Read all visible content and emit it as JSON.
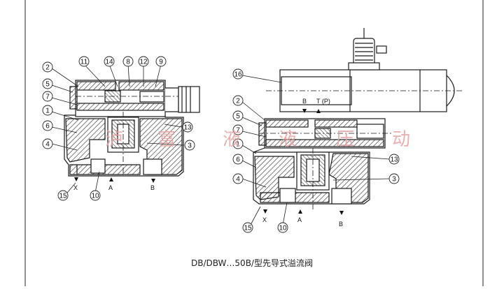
{
  "caption": "DB/DBW…50B/型先导式溢流阀",
  "watermark": {
    "left_chars": [
      "泸",
      "富",
      "液"
    ],
    "right_chars": [
      "液",
      "压",
      "动"
    ],
    "color": "#e7a2a2"
  },
  "left_view": {
    "callouts": [
      "2",
      "11",
      "14",
      "8",
      "12",
      "9",
      "5",
      "7",
      "1",
      "6",
      "4",
      "13",
      "3",
      "15",
      "10"
    ],
    "ports": {
      "x": "X",
      "a": "A",
      "b": "B"
    }
  },
  "right_view": {
    "callouts": [
      "16",
      "2",
      "5",
      "7",
      "1",
      "6",
      "4",
      "13",
      "3",
      "15",
      "10"
    ],
    "ports": {
      "x": "X",
      "a": "A",
      "b": "B",
      "t": "T (P)",
      "b_top": "B"
    }
  },
  "colors": {
    "line": "#1a1a1a",
    "hatch": "#555555",
    "border": "#222222"
  }
}
